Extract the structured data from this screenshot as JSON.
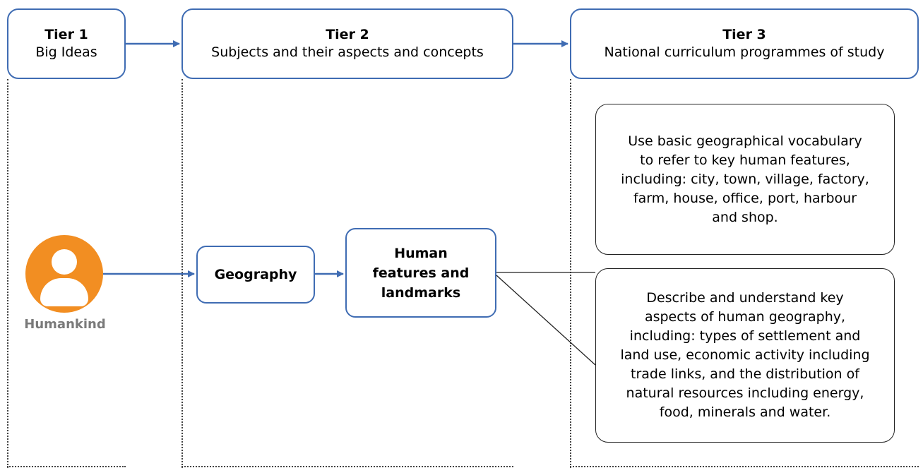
{
  "tiers": [
    {
      "title": "Tier 1",
      "subtitle": "Big Ideas"
    },
    {
      "title": "Tier 2",
      "subtitle": "Subjects and their aspects and concepts"
    },
    {
      "title": "Tier 3",
      "subtitle": "National curriculum programmes of study"
    }
  ],
  "big_idea": {
    "label": "Humankind",
    "icon": "person-icon",
    "color": "#f28e22"
  },
  "subject": {
    "label": "Geography"
  },
  "concept": {
    "line1": "Human",
    "line2": "features and",
    "line3": "landmarks"
  },
  "programmes": [
    {
      "lines": [
        "Use basic geographical vocabulary",
        "to refer to key human features,",
        "including: city, town, village, factory,",
        "farm, house, office, port, harbour",
        "and shop."
      ]
    },
    {
      "lines": [
        "Describe and understand key",
        "aspects of human geography,",
        "including: types of settlement and",
        "land use, economic activity including",
        "trade links, and the distribution of",
        "natural resources including energy,",
        "food, minerals and water."
      ]
    }
  ],
  "colors": {
    "box_border": "#3f6cb3",
    "arrow": "#3f6cb3",
    "accent": "#f28e22",
    "label_grey": "#7a7a7a"
  }
}
